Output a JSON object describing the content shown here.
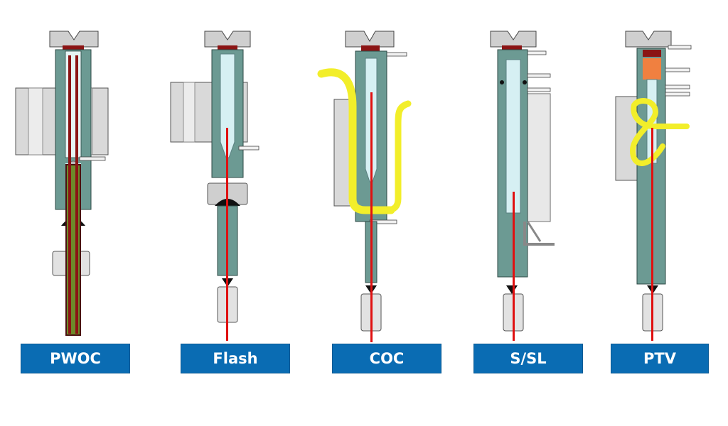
{
  "injectors": [
    {
      "id": "pwoc",
      "label": "PWOC"
    },
    {
      "id": "flash",
      "label": "Flash"
    },
    {
      "id": "coc",
      "label": "COC"
    },
    {
      "id": "ssl",
      "label": "S/SL"
    },
    {
      "id": "ptv",
      "label": "PTV"
    }
  ],
  "colors": {
    "label_bg": "#0a6cb3",
    "label_text": "#ffffff",
    "body_teal": "#6c9a93",
    "block_gray": "#d9d9d9",
    "nut_gray": "#c9c9c9",
    "septum_red": "#8b1414",
    "liner_blue": "#d6f0f3",
    "column_red": "#e01010",
    "column_green": "#6d8a2a",
    "cooling_yellow": "#f2ee2a",
    "ptv_orange": "#f08040"
  }
}
